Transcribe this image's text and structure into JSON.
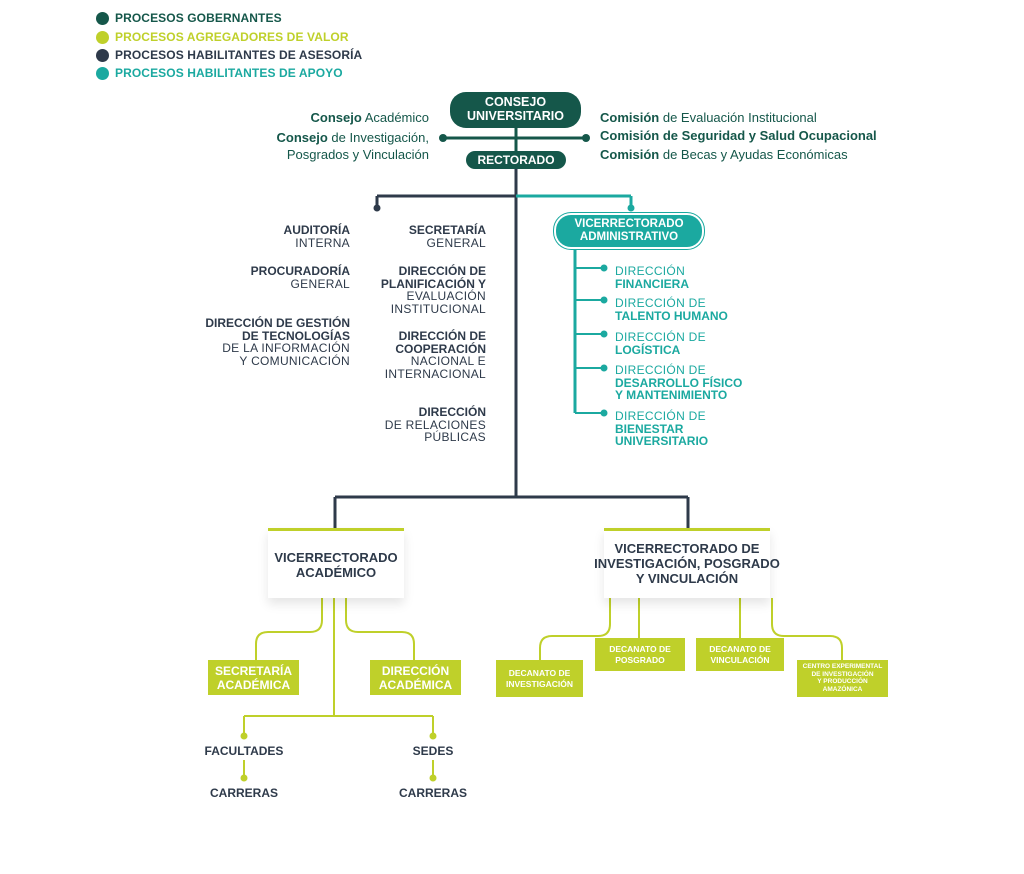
{
  "colors": {
    "gobernantes": "#15574a",
    "agregadores": "#bfd02a",
    "asesoria": "#2e3a4a",
    "apoyo": "#1ba9a0"
  },
  "legend": [
    {
      "label": "PROCESOS GOBERNANTES",
      "color": "#15574a"
    },
    {
      "label": "PROCESOS AGREGADORES DE VALOR",
      "color": "#bfd02a"
    },
    {
      "label": "PROCESOS HABILITANTES DE ASESORÍA",
      "color": "#2e3a4a"
    },
    {
      "label": "PROCESOS HABILITANTES DE APOYO",
      "color": "#1ba9a0"
    }
  ],
  "top": {
    "consejo_line1": "CONSEJO",
    "consejo_line2": "UNIVERSITARIO",
    "rectorado": "RECTORADO"
  },
  "left_councils": [
    {
      "bold": "Consejo",
      "rest": " Académico"
    },
    {
      "bold": "Consejo",
      "rest": " de Investigación,"
    },
    {
      "bold": "",
      "rest": "Posgrados y Vinculación"
    }
  ],
  "right_commissions": [
    {
      "bold": "Comisión",
      "rest": " de Evaluación Institucional"
    },
    {
      "bold": "Comisión de Seguridad y Salud Ocupacional",
      "rest": ""
    },
    {
      "bold": "Comisión",
      "rest": " de Becas y Ayudas Económicas"
    }
  ],
  "advisory_left": {
    "auditoria_b": "AUDITORÍA",
    "auditoria_r": "INTERNA",
    "procuraduria_b": "PROCURADORÍA",
    "procuraduria_r": "GENERAL",
    "tic_b1": "DIRECCIÓN DE GESTIÓN",
    "tic_b2": "DE TECNOLOGÍAS",
    "tic_r1": "DE LA INFORMACIÓN",
    "tic_r2": "Y COMUNICACIÓN"
  },
  "advisory_right": {
    "secretaria_b": "SECRETARÍA",
    "secretaria_r": "GENERAL",
    "planif_b1": "DIRECCIÓN DE",
    "planif_b2": "PLANIFICACIÓN Y",
    "planif_r1": "EVALUACIÓN",
    "planif_r2": "INSTITUCIONAL",
    "coop_b1": "DIRECCIÓN DE",
    "coop_b2": "COOPERACIÓN",
    "coop_r1": "NACIONAL E",
    "coop_r2": "INTERNACIONAL",
    "rel_b": "DIRECCIÓN",
    "rel_r1": "DE RELACIONES",
    "rel_r2": "PÚBLICAS"
  },
  "admin": {
    "title1": "VICERRECTORADO",
    "title2": "ADMINISTRATIVO",
    "directions": [
      {
        "r": "DIRECCIÓN",
        "b1": "FINANCIERA",
        "b2": ""
      },
      {
        "r": "DIRECCIÓN DE",
        "b1": "TALENTO HUMANO",
        "b2": ""
      },
      {
        "r": "DIRECCIÓN DE",
        "b1": "LOGÍSTICA",
        "b2": ""
      },
      {
        "r": "DIRECCIÓN DE",
        "b1": "DESARROLLO FÍSICO",
        "b2": "Y MANTENIMIENTO"
      },
      {
        "r": "DIRECCIÓN DE",
        "b1": "BIENESTAR",
        "b2": "UNIVERSITARIO"
      }
    ]
  },
  "academic": {
    "title1": "VICERRECTORADO",
    "title2": "ACADÉMICO",
    "secretaria1": "SECRETARÍA",
    "secretaria2": "ACADÉMICA",
    "direccion1": "DIRECCIÓN",
    "direccion2": "ACADÉMICA",
    "facultades": "FACULTADES",
    "sedes": "SEDES",
    "carreras_left": "CARRERAS",
    "carreras_right": "CARRERAS"
  },
  "research": {
    "title1": "VICERRECTORADO DE",
    "title2": "INVESTIGACIÓN, POSGRADO",
    "title3": "Y VINCULACIÓN",
    "dec_inv1": "DECANATO DE",
    "dec_inv2": "INVESTIGACIÓN",
    "dec_pos1": "DECANATO DE",
    "dec_pos2": "POSGRADO",
    "dec_vin1": "DECANATO DE",
    "dec_vin2": "VINCULACIÓN",
    "centro1": "CENTRO EXPERIMENTAL",
    "centro2": "DE INVESTIGACIÓN",
    "centro3": "Y PRODUCCIÓN",
    "centro4": "AMAZÓNICA"
  }
}
